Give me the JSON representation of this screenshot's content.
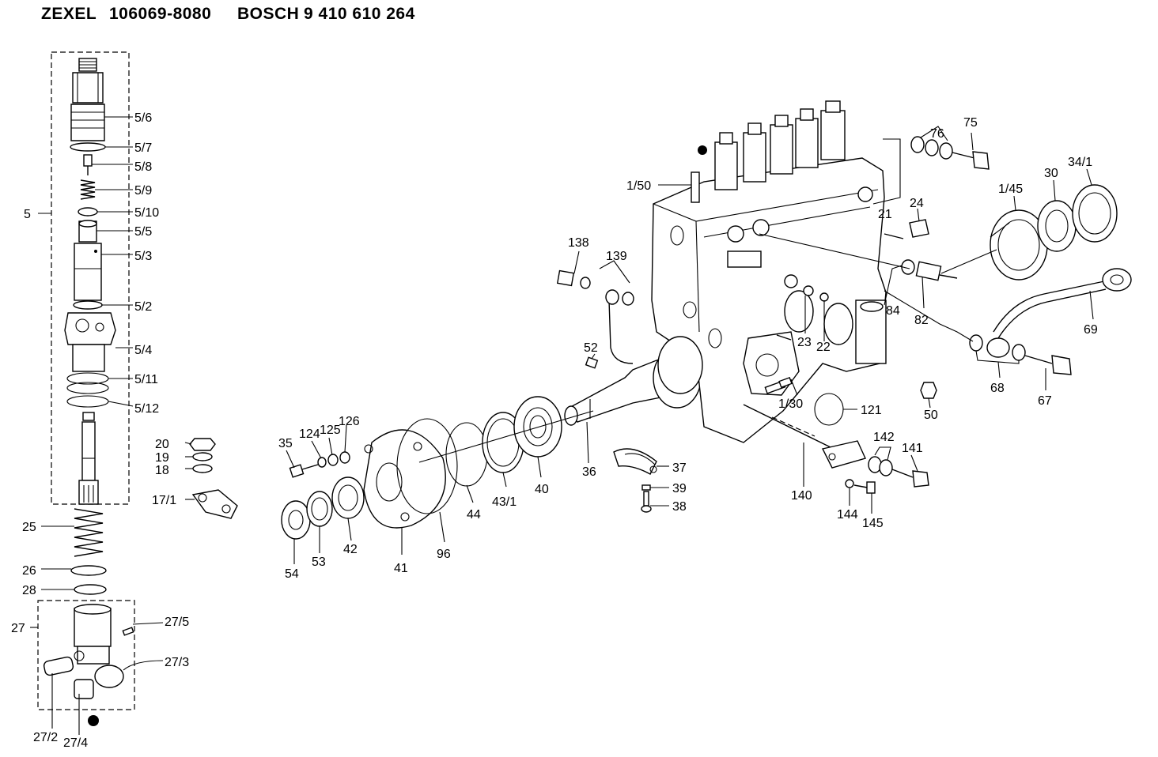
{
  "header": {
    "brand1": "ZEXEL",
    "part1": "106069-8080",
    "brand2": "BOSCH",
    "part2": "9 410 610 264"
  },
  "labels": [
    "5/6",
    "5/7",
    "5/8",
    "5/9",
    "5/10",
    "5/5",
    "5/3",
    "5/2",
    "5/4",
    "5/11",
    "5/12",
    "5",
    "20",
    "19",
    "18",
    "17/1",
    "25",
    "26",
    "28",
    "27",
    "27/5",
    "27/3",
    "27/2",
    "27/4",
    "35",
    "124",
    "125",
    "126",
    "54",
    "53",
    "42",
    "41",
    "96",
    "44",
    "43/1",
    "40",
    "36",
    "52",
    "37",
    "39",
    "38",
    "138",
    "139",
    "1/50",
    "76",
    "75",
    "21",
    "24",
    "1/45",
    "30",
    "34/1",
    "84",
    "82",
    "69",
    "23",
    "22",
    "68",
    "67",
    "1/30",
    "121",
    "50",
    "142",
    "141",
    "140",
    "144",
    "145"
  ]
}
